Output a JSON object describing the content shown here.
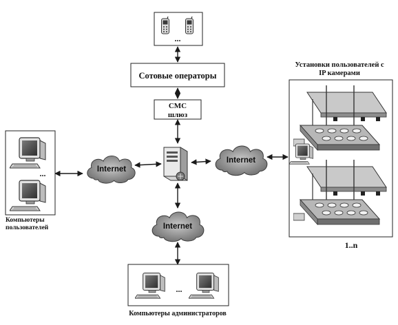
{
  "diagram": {
    "cellular": {
      "label": "Сотовые операторы",
      "ellipsis": "..."
    },
    "sms_gateway": {
      "line1": "СМС",
      "line2": "шлюз"
    },
    "user_computers": {
      "ellipsis": "...",
      "label_line1": "Компьютеры",
      "label_line2": "пользователей"
    },
    "admin_computers": {
      "ellipsis": "...",
      "label": "Компьютеры администраторов"
    },
    "ip_camera_installations": {
      "title_line1": "Установки пользователей с",
      "title_line2": "IP камерами",
      "count": "1..n"
    },
    "clouds": {
      "left": "Internet",
      "right": "Internet",
      "bottom": "Internet"
    },
    "colors": {
      "cloud_fill": "#9a9a9a",
      "panel_fill": "#cfcfcf",
      "line": "#1a1a1a"
    }
  }
}
